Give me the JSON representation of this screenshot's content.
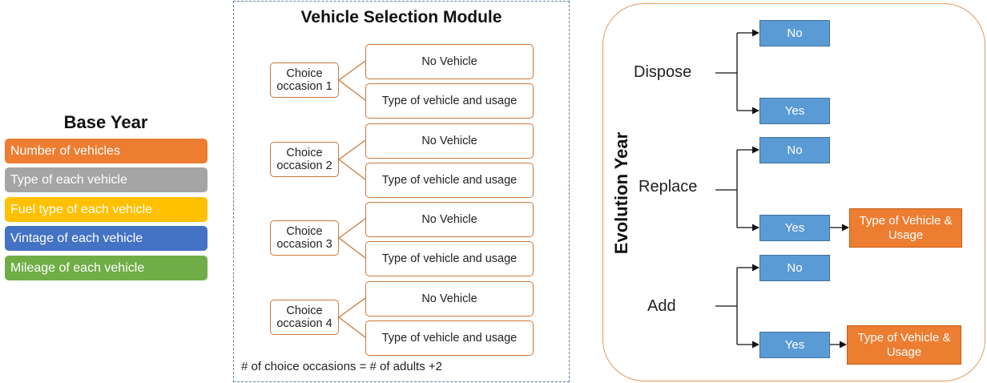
{
  "base_year": {
    "title": "Base Year",
    "items": [
      {
        "label": "Number of vehicles",
        "color": "#ed7d31"
      },
      {
        "label": "Type of each vehicle",
        "color": "#a5a5a5"
      },
      {
        "label": "Fuel type of each vehicle",
        "color": "#ffc000"
      },
      {
        "label": "Vintage of each vehicle",
        "color": "#4472c4"
      },
      {
        "label": "Mileage of each vehicle",
        "color": "#70ad47"
      }
    ]
  },
  "vehicle_selection": {
    "title": "Vehicle Selection Module",
    "occasions": [
      {
        "label": "Choice occasion 1",
        "no_vehicle": "No Vehicle",
        "type_usage": "Type of vehicle and usage"
      },
      {
        "label": "Choice occasion 2",
        "no_vehicle": "No Vehicle",
        "type_usage": "Type of vehicle and usage"
      },
      {
        "label": "Choice occasion 3",
        "no_vehicle": "No Vehicle",
        "type_usage": "Type of vehicle and usage"
      },
      {
        "label": "Choice occasion 4",
        "no_vehicle": "No Vehicle",
        "type_usage": "Type of vehicle and usage"
      }
    ],
    "note": "# of choice occasions = # of adults +2"
  },
  "evolution_year": {
    "title": "Evolution Year",
    "actions": [
      {
        "label": "Dispose",
        "no": "No",
        "yes": "Yes"
      },
      {
        "label": "Replace",
        "no": "No",
        "yes": "Yes",
        "result": "Type of Vehicle & Usage"
      },
      {
        "label": "Add",
        "no": "No",
        "yes": "Yes",
        "result": "Type of Vehicle & Usage"
      }
    ]
  }
}
